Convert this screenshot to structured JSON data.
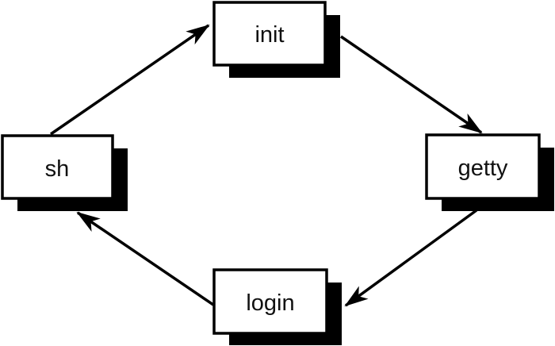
{
  "diagram": {
    "title": "process-cycle-diagram",
    "background_color": "#ffffff",
    "nodes": [
      {
        "id": "init",
        "label": "init"
      },
      {
        "id": "getty",
        "label": "getty"
      },
      {
        "id": "login",
        "label": "login"
      },
      {
        "id": "sh",
        "label": "sh"
      }
    ],
    "edges": [
      {
        "from": "sh",
        "to": "init"
      },
      {
        "from": "init",
        "to": "getty"
      },
      {
        "from": "getty",
        "to": "login"
      },
      {
        "from": "login",
        "to": "sh"
      }
    ]
  },
  "colors": {
    "box_fill": "#ffffff",
    "box_border": "#000000",
    "shadow": "#000000",
    "arrow": "#000000",
    "text": "#111111"
  }
}
